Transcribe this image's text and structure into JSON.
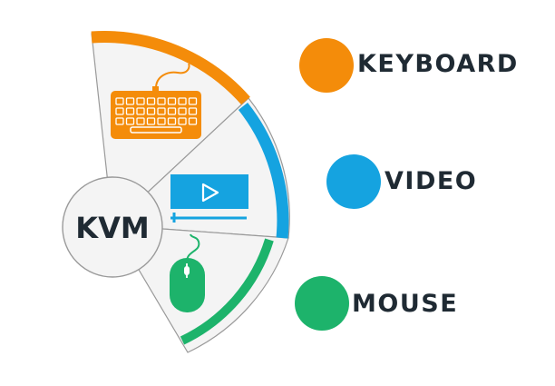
{
  "hub": {
    "label": "KVM"
  },
  "items": [
    {
      "key": "keyboard",
      "label": "KEYBOARD",
      "color": "#f48c0a",
      "icon": "keyboard-icon"
    },
    {
      "key": "video",
      "label": "VIDEO",
      "color": "#15a3e0",
      "icon": "video-player-icon"
    },
    {
      "key": "mouse",
      "label": "MOUSE",
      "color": "#1db36b",
      "icon": "mouse-icon"
    }
  ],
  "colors": {
    "text": "#1f2a33",
    "sector_fill": "#f4f4f4",
    "sector_stroke": "#9a9a9a"
  }
}
